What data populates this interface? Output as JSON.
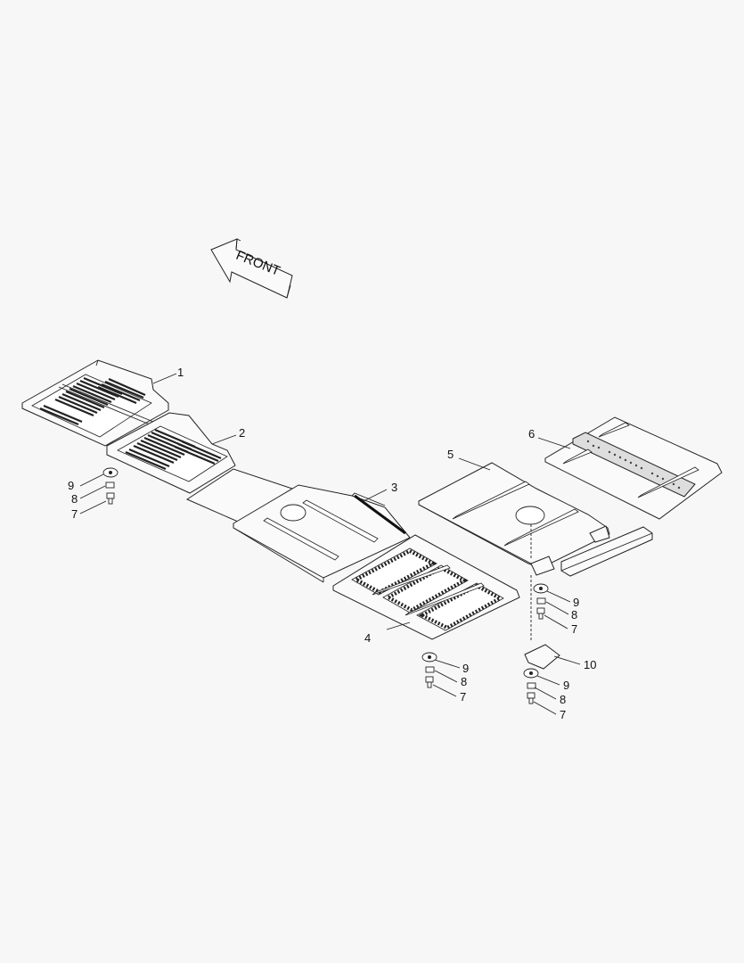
{
  "diagram": {
    "direction_arrow": {
      "text": "FRONT"
    },
    "callouts": {
      "part_1": "1",
      "part_2": "2",
      "part_3": "3",
      "part_4": "4",
      "part_5": "5",
      "part_6": "6",
      "part_10": "10",
      "left_washer": "9",
      "left_nut": "8",
      "left_bolt": "7",
      "center_washer": "9",
      "center_nut": "8",
      "center_bolt": "7",
      "right_upper_washer": "9",
      "right_upper_nut": "8",
      "right_upper_bolt": "7",
      "right_lower_washer": "9",
      "right_lower_nut": "8",
      "right_lower_bolt": "7"
    }
  }
}
